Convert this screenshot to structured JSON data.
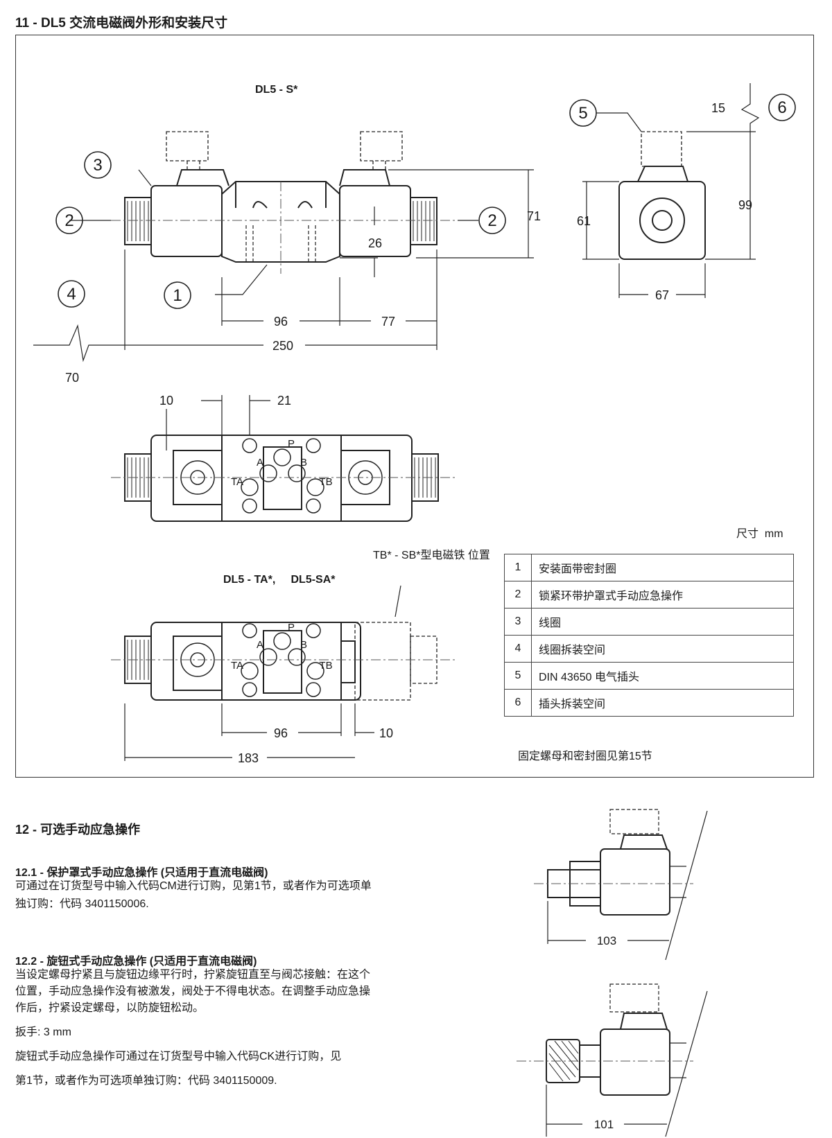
{
  "header": {
    "title": "11 - DL5 交流电磁阀外形和安装尺寸"
  },
  "diagram": {
    "view_label_top": "DL5 - S*",
    "view_label_bottom": "DL5 - TA*,     DL5-SA*",
    "tb_note": "TB* - SB*型电磁铁 位置",
    "callouts": [
      "1",
      "2",
      "2",
      "3",
      "4",
      "5",
      "6"
    ],
    "dims_top": {
      "d96": "96",
      "d77": "77",
      "d250": "250",
      "d70": "70",
      "d71": "71",
      "d26": "26"
    },
    "dims_side": {
      "d61": "61",
      "d99": "99",
      "d67": "67",
      "d15": "15"
    },
    "dims_plan": {
      "d10": "10",
      "d21": "21"
    },
    "ports": {
      "p": "P",
      "a": "A",
      "b": "B",
      "ta": "TA",
      "tb": "TB"
    },
    "dims_ta": {
      "d96": "96",
      "d10": "10",
      "d183": "183"
    },
    "unit": "尺寸  mm",
    "note": "固定螺母和密封圈见第15节"
  },
  "legend": [
    {
      "num": "1",
      "text": "安装面带密封圈"
    },
    {
      "num": "2",
      "text": "锁紧环带护罩式手动应急操作"
    },
    {
      "num": "3",
      "text": "线圈"
    },
    {
      "num": "4",
      "text": "线圈拆装空间"
    },
    {
      "num": "5",
      "text": "DIN 43650 电气插头"
    },
    {
      "num": "6",
      "text": "插头拆装空间"
    }
  ],
  "section12": {
    "title": "12 - 可选手动应急操作",
    "s1_title": "12.1 - 保护罩式手动应急操作 (只适用于直流电磁阀)",
    "s1_line1": "可通过在订货型号中输入代码CM进行订购，见第1节，或者作为可选项单",
    "s1_line2": "独订购：代码  3401150006.",
    "s2_title": "12.2 - 旋钮式手动应急操作 (只适用于直流电磁阀)",
    "s2_line1": "当设定螺母拧紧且与旋钮边缘平行时，拧紧旋钮直至与阀芯接触：在这个",
    "s2_line2": "位置，手动应急操作没有被激发，阀处于不得电状态。在调整手动应急操",
    "s2_line3": "作后，拧紧设定螺母，以防旋钮松动。",
    "wrench": "扳手: 3 mm",
    "s2_order1": "旋钮式手动应急操作可通过在订货型号中输入代码CK进行订购，见",
    "s2_order2": "第1节，或者作为可选项单独订购：代码  3401150009.",
    "dim_cm": "103",
    "dim_ck": "101"
  }
}
